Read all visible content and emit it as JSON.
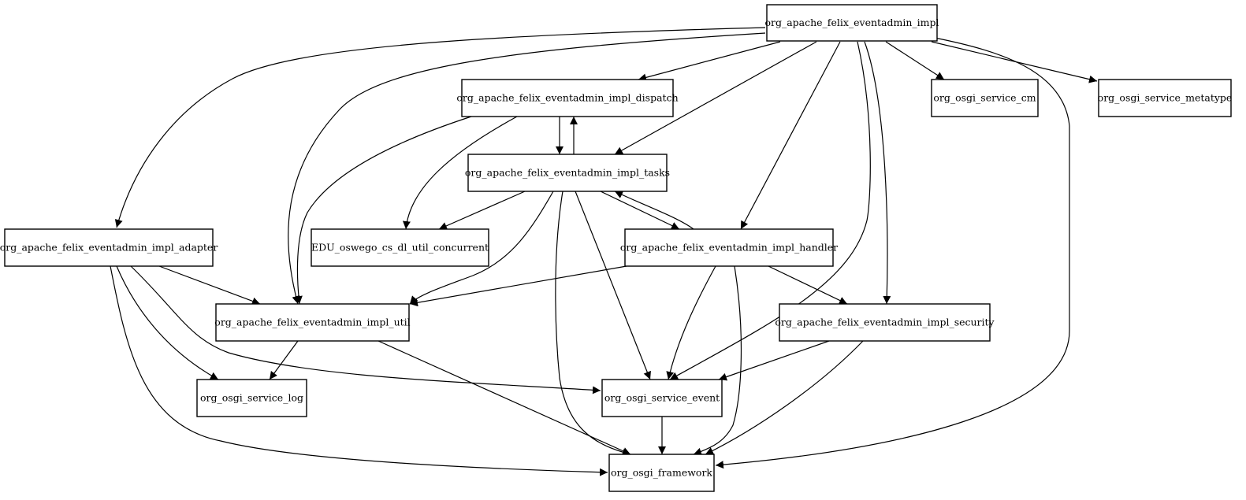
{
  "nodes": [
    {
      "id": "impl",
      "label": "org_apache_felix_eventadmin_impl"
    },
    {
      "id": "dispatch",
      "label": "org_apache_felix_eventadmin_impl_dispatch"
    },
    {
      "id": "tasks",
      "label": "org_apache_felix_eventadmin_impl_tasks"
    },
    {
      "id": "adapter",
      "label": "org_apache_felix_eventadmin_impl_adapter"
    },
    {
      "id": "concurrent",
      "label": "EDU_oswego_cs_dl_util_concurrent"
    },
    {
      "id": "handler",
      "label": "org_apache_felix_eventadmin_impl_handler"
    },
    {
      "id": "cm",
      "label": "org_osgi_service_cm"
    },
    {
      "id": "metatype",
      "label": "org_osgi_service_metatype"
    },
    {
      "id": "util",
      "label": "org_apache_felix_eventadmin_impl_util"
    },
    {
      "id": "security",
      "label": "org_apache_felix_eventadmin_impl_security"
    },
    {
      "id": "log",
      "label": "org_osgi_service_log"
    },
    {
      "id": "event",
      "label": "org_osgi_service_event"
    },
    {
      "id": "framework",
      "label": "org_osgi_framework"
    }
  ],
  "edges": [
    {
      "from": "impl",
      "to": "dispatch"
    },
    {
      "from": "impl",
      "to": "tasks"
    },
    {
      "from": "impl",
      "to": "adapter"
    },
    {
      "from": "impl",
      "to": "util"
    },
    {
      "from": "impl",
      "to": "handler"
    },
    {
      "from": "impl",
      "to": "cm"
    },
    {
      "from": "impl",
      "to": "metatype"
    },
    {
      "from": "impl",
      "to": "security"
    },
    {
      "from": "impl",
      "to": "event"
    },
    {
      "from": "impl",
      "to": "framework"
    },
    {
      "from": "dispatch",
      "to": "tasks"
    },
    {
      "from": "tasks",
      "to": "dispatch"
    },
    {
      "from": "dispatch",
      "to": "concurrent"
    },
    {
      "from": "dispatch",
      "to": "util"
    },
    {
      "from": "tasks",
      "to": "concurrent"
    },
    {
      "from": "tasks",
      "to": "handler"
    },
    {
      "from": "handler",
      "to": "tasks"
    },
    {
      "from": "tasks",
      "to": "util"
    },
    {
      "from": "tasks",
      "to": "event"
    },
    {
      "from": "tasks",
      "to": "framework"
    },
    {
      "from": "adapter",
      "to": "util"
    },
    {
      "from": "adapter",
      "to": "log"
    },
    {
      "from": "adapter",
      "to": "event"
    },
    {
      "from": "adapter",
      "to": "framework"
    },
    {
      "from": "handler",
      "to": "util"
    },
    {
      "from": "handler",
      "to": "security"
    },
    {
      "from": "handler",
      "to": "event"
    },
    {
      "from": "handler",
      "to": "framework"
    },
    {
      "from": "util",
      "to": "log"
    },
    {
      "from": "util",
      "to": "framework"
    },
    {
      "from": "security",
      "to": "event"
    },
    {
      "from": "security",
      "to": "framework"
    },
    {
      "from": "event",
      "to": "framework"
    }
  ]
}
